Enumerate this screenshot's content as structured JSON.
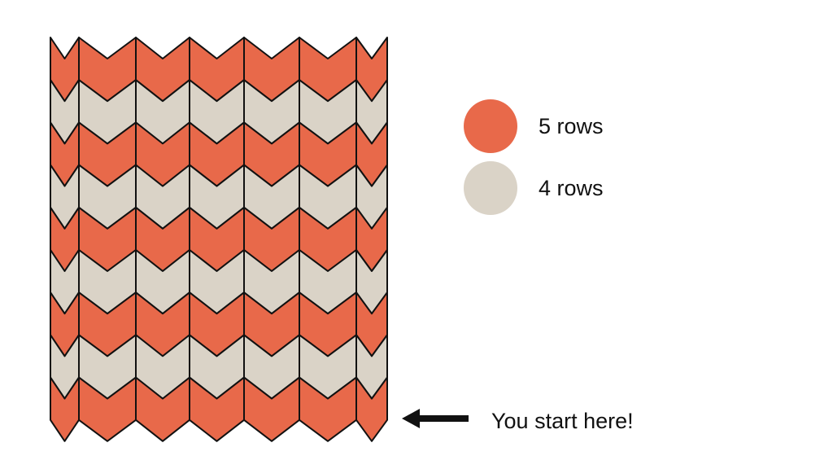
{
  "pattern": {
    "colors": {
      "orange": "#E8694A",
      "gray": "#DAD3C7",
      "outline": "#111111"
    },
    "row_colors": [
      "orange",
      "gray",
      "orange",
      "gray",
      "orange",
      "gray",
      "orange",
      "gray",
      "orange"
    ],
    "columns": 6
  },
  "legend": [
    {
      "color": "#E8694A",
      "label": "5 rows"
    },
    {
      "color": "#DAD3C7",
      "label": "4 rows"
    }
  ],
  "start_note": {
    "label": "You start here!"
  }
}
